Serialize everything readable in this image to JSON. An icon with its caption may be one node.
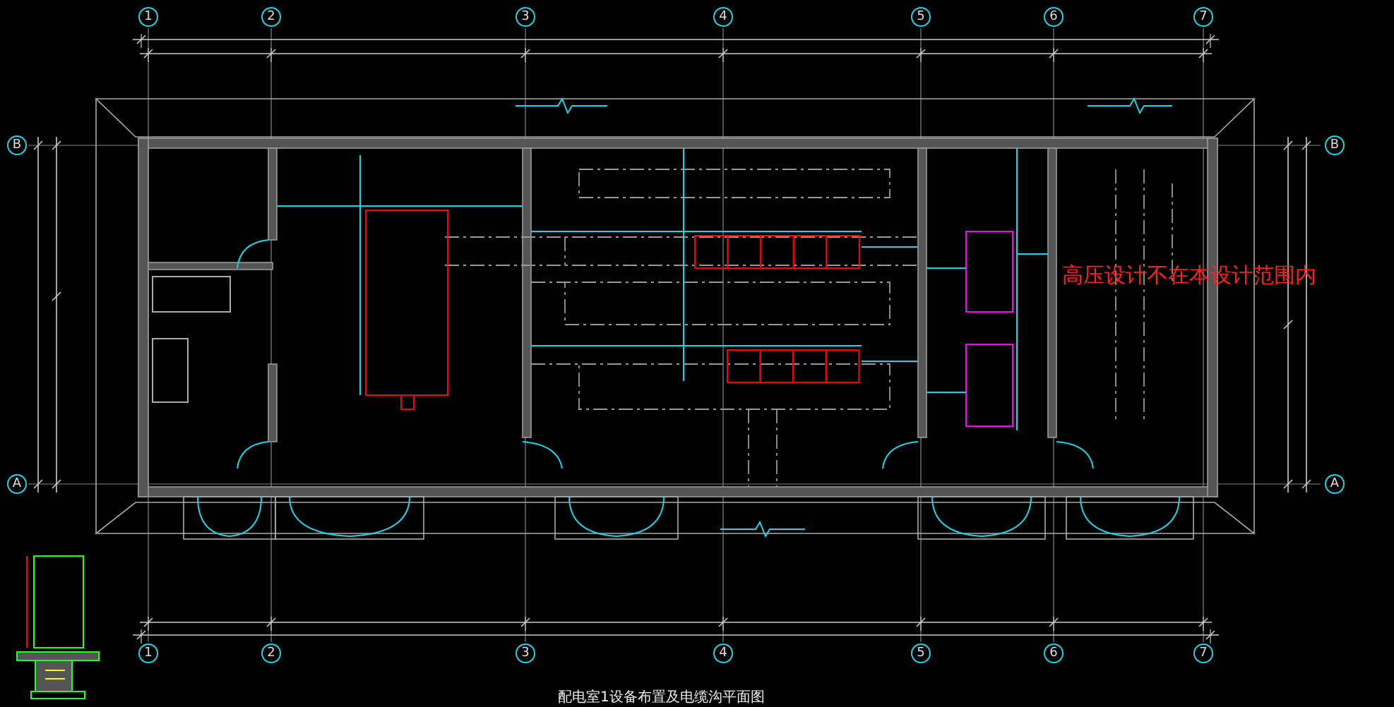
{
  "diagram": {
    "caption": "配电室1设备布置及电缆沟平面图",
    "nodes": [
      {
        "text": [
          "1"
        ]
      },
      {
        "text": [
          "2"
        ]
      },
      {
        "text": [
          "3"
        ]
      },
      {
        "text": [
          "4"
        ]
      },
      {
        "text": [
          "5"
        ]
      },
      {
        "text": [
          "6"
        ]
      },
      {
        "text": [
          "7"
        ]
      },
      {
        "text": [
          "1"
        ]
      },
      {
        "text": [
          "2"
        ]
      },
      {
        "text": [
          "3"
        ]
      },
      {
        "text": [
          "4"
        ]
      },
      {
        "text": [
          "5"
        ]
      },
      {
        "text": [
          "6"
        ]
      },
      {
        "text": [
          "7"
        ]
      },
      {
        "text": [
          "B"
        ]
      },
      {
        "text": [
          "A"
        ]
      },
      {
        "text": [
          "B"
        ]
      },
      {
        "text": [
          "A"
        ]
      }
    ],
    "edges": [],
    "labels": [
      "高压设计不在本设计范围内"
    ]
  }
}
